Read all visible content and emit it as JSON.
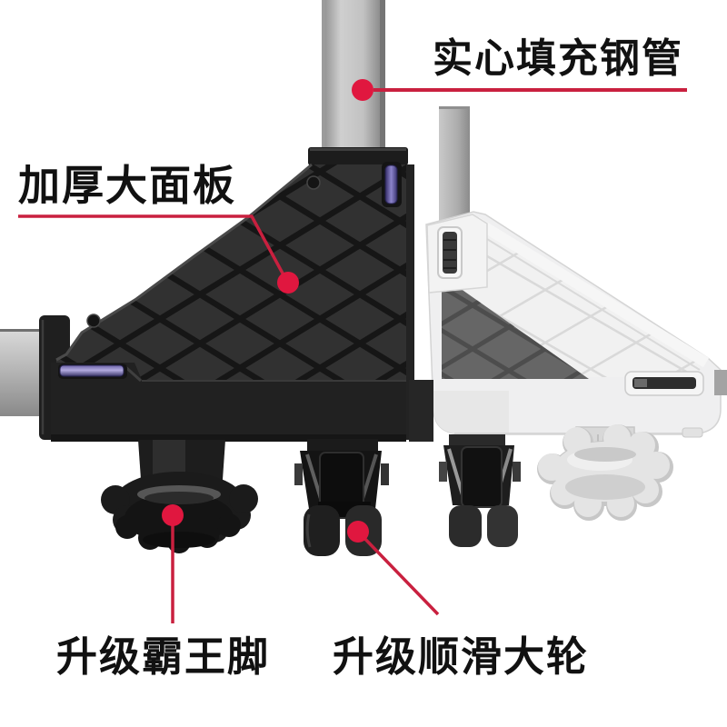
{
  "page": {
    "background_color": "#ffffff"
  },
  "annotations": {
    "steel_pipe": {
      "label": "实心填充钢管"
    },
    "panel": {
      "label": "加厚大面板"
    },
    "foot": {
      "label": "升级霸王脚"
    },
    "wheel": {
      "label": "升级顺滑大轮"
    }
  },
  "colors": {
    "text": "#111111",
    "leader_line": "#c9203f",
    "leader_dot": "#e0173f",
    "black_unit_body": "#2f2f2f",
    "black_unit_groove": "#171717",
    "white_unit_body": "#efefef",
    "white_unit_grid": "#d9d9d9",
    "dark_inset_panel": "#666666",
    "pipe_gray": "#bdbdbd",
    "purple_accent": "#8d85cc"
  }
}
